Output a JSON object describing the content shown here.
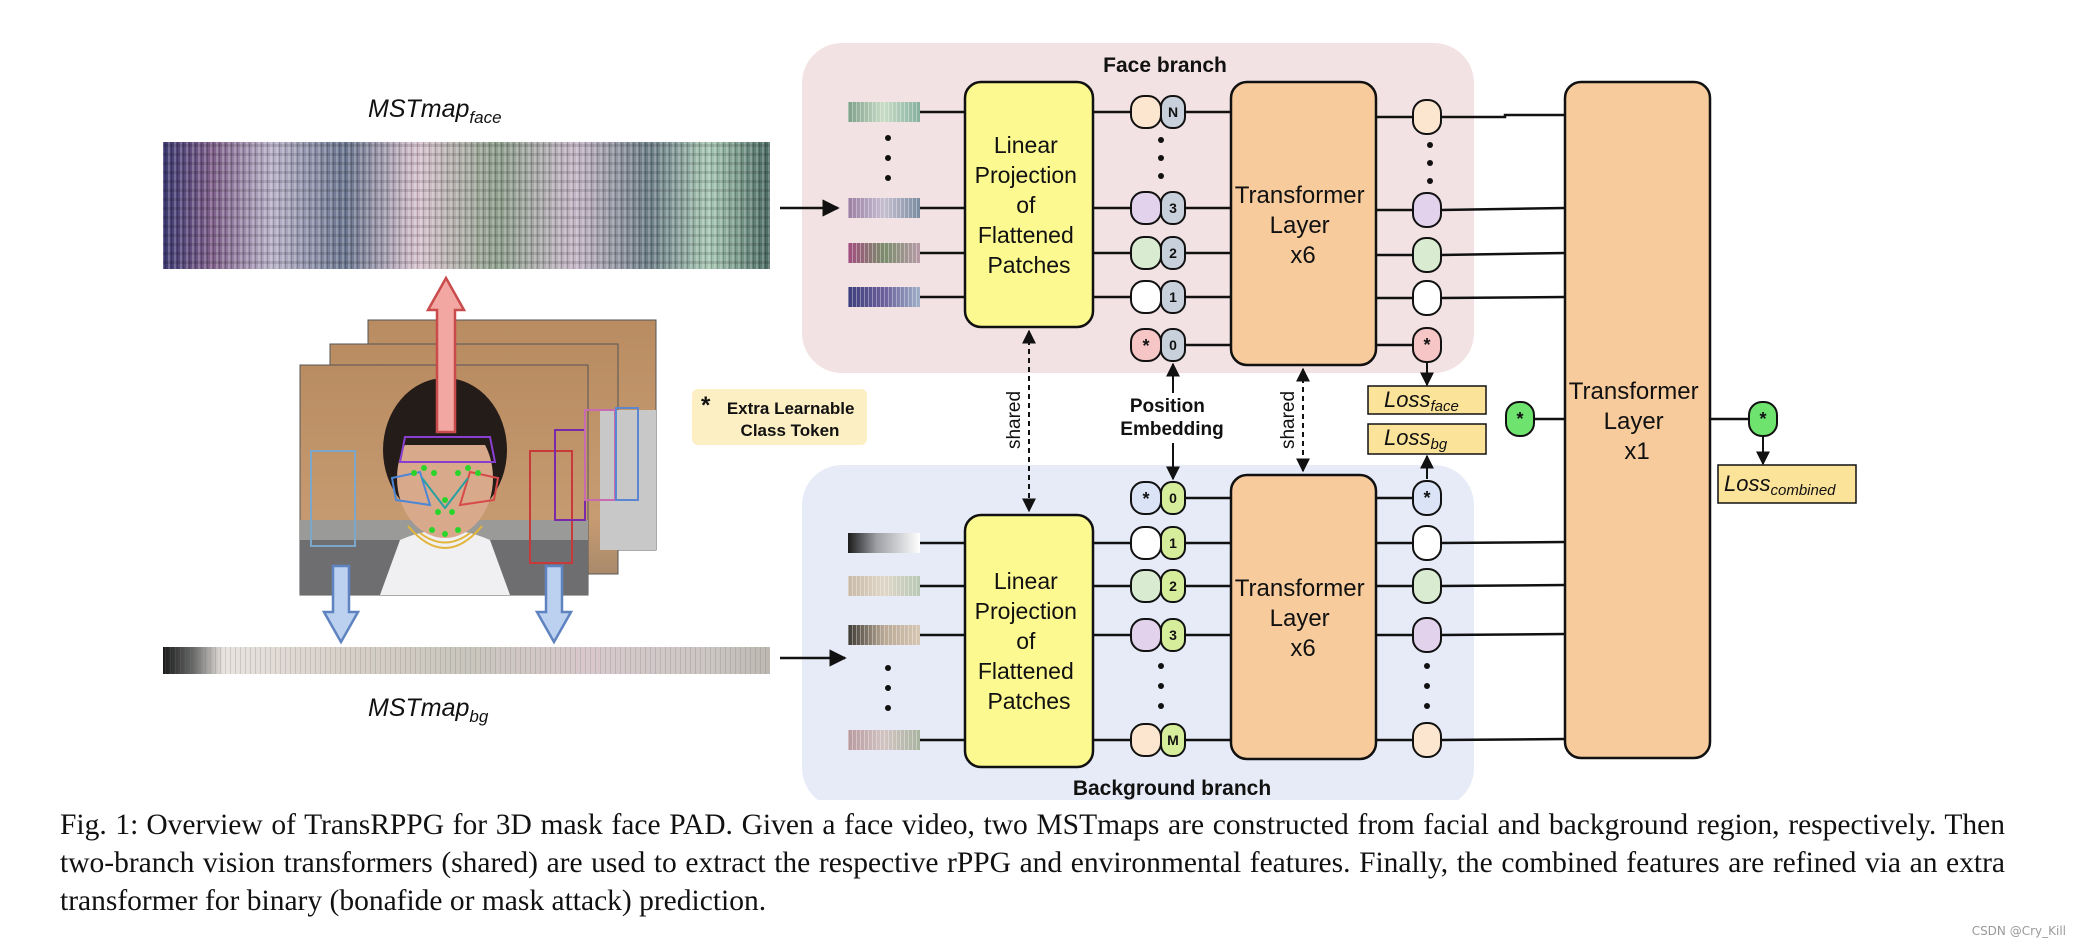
{
  "figure": {
    "face_branch_title": "Face branch",
    "bg_branch_title": "Background branch",
    "mstmap_face": {
      "base": "MSTmap",
      "sub": "face"
    },
    "mstmap_bg": {
      "base": "MSTmap",
      "sub": "bg"
    },
    "linear_projection_lines": [
      "Linear",
      "Projection",
      "of",
      "Flattened",
      "Patches"
    ],
    "transformer_x6_lines": [
      "Transformer",
      "Layer",
      "x6"
    ],
    "transformer_x1_lines": [
      "Transformer",
      "Layer",
      "x1"
    ],
    "position_embedding_lines": [
      "Position",
      "Embedding"
    ],
    "shared_label": "shared",
    "class_token_star": "*",
    "class_token_lines": [
      "Extra Learnable",
      "Class Token"
    ],
    "face_tokens": [
      "N",
      "3",
      "2",
      "1",
      "0"
    ],
    "bg_tokens": [
      "0",
      "1",
      "2",
      "3",
      "M"
    ],
    "star": "*",
    "losses": {
      "face": {
        "base": "Loss",
        "sub": "face"
      },
      "bg": {
        "base": "Loss",
        "sub": "bg"
      },
      "combined": {
        "base": "Loss",
        "sub": "combined"
      }
    },
    "colors": {
      "face_region": "#f3e2e3",
      "bg_region": "#e6ebf7",
      "linear_box": "#fbf98f",
      "transformer_box": "#f7cb9c",
      "loss_box": "#fbe39a",
      "class_token_note": "#fdefc4",
      "green_token": "#6ee36e",
      "arrow_face": "#f2a7a3",
      "arrow_bg": "#bcd0ef"
    }
  },
  "caption": {
    "label": "Fig. 1:",
    "text": "Overview of TransRPPG for 3D mask face PAD. Given a face video, two MSTmaps are constructed from facial and background region, respectively. Then two-branch vision transformers (shared) are used to extract the respective rPPG and environmental features. Finally, the combined features are refined via an extra transformer for binary (bonafide or mask attack) prediction."
  },
  "watermark": "CSDN @Cry_Kill"
}
